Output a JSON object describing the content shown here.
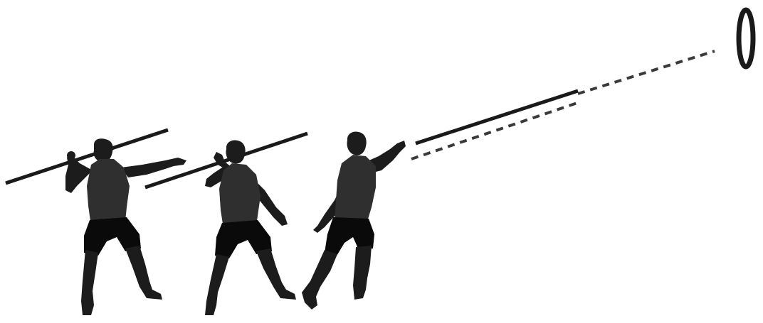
{
  "scene": {
    "background": "#ffffff",
    "body_dark": "#1c1c1c",
    "body_mid": "#2f2f2f",
    "shade_light": "#3a3a3a",
    "shadow": "#0a0a0a",
    "javelin": "#1a1a1a",
    "trajectory": "#3a3a3a",
    "target": "#1a1a1a",
    "icons": [
      "athlete-stance-1",
      "athlete-stance-2",
      "athlete-release",
      "javelin",
      "trajectory-line",
      "target-ring"
    ]
  }
}
